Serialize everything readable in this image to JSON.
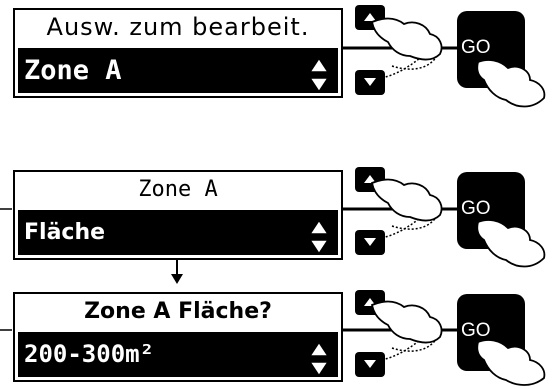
{
  "panels": [
    {
      "title": "Ausw. zum bearbeit.",
      "value": "Zone A",
      "go_label": "GO"
    },
    {
      "title": "Zone A",
      "value": "Fläche",
      "go_label": "GO"
    },
    {
      "title": "Zone A Fläche?",
      "value": "200-300m²",
      "go_label": "GO"
    }
  ],
  "icons": {
    "up_button": "up-arrow-button",
    "down_button": "down-arrow-button",
    "scroll": "up-down-scroll-icon",
    "hand": "pointing-hand-icon"
  }
}
